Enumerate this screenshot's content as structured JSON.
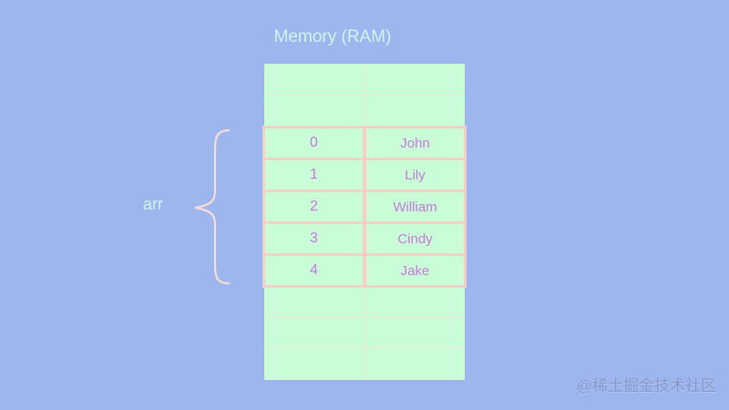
{
  "title": "Memory (RAM)",
  "array_label": "arr",
  "array": [
    {
      "index": "0",
      "value": "John"
    },
    {
      "index": "1",
      "value": "Lily"
    },
    {
      "index": "2",
      "value": "William"
    },
    {
      "index": "3",
      "value": "Cindy"
    },
    {
      "index": "4",
      "value": "Jake"
    }
  ],
  "empty_rows_above": 2,
  "empty_rows_below": 3,
  "watermark": "@稀土掘金技术社区",
  "colors": {
    "background": "#9db6ee",
    "memory_cell": "#c9fdd7",
    "array_border": "#f8cfc8",
    "array_text": "#c679d9",
    "label_text": "#d2f3ea"
  }
}
